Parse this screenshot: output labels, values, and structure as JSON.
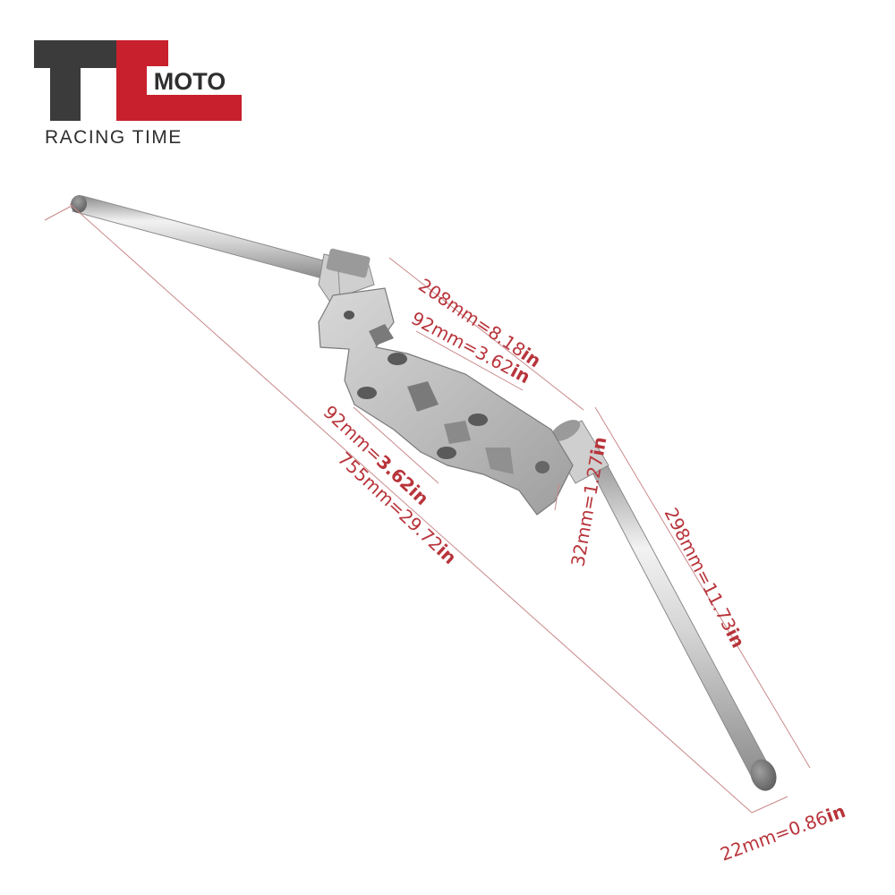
{
  "logo": {
    "letters": "TC",
    "brand": "MOTO",
    "tagline": "RACING TIME"
  },
  "dimensions": {
    "clamp_span": {
      "value": "208mm=8.18",
      "unit": "in"
    },
    "hole_upper": {
      "value": "92mm=3.62",
      "unit": "in"
    },
    "hole_lower": {
      "value": "92mm=",
      "bold": "3.62",
      "unit": "in"
    },
    "overall_width": {
      "value": "755mm=29.72",
      "unit": "in"
    },
    "clamp_diameter": {
      "value": "32mm=1.27",
      "unit": "in"
    },
    "bar_length": {
      "value": "298mm=11.73",
      "unit": "in"
    },
    "bar_diameter": {
      "value": "22mm=0.86",
      "unit": "in"
    }
  },
  "colors": {
    "brand_red": "#c8202d",
    "logo_dark": "#3b3b3b",
    "dimension_red": "#b8343b",
    "metal": "#b9b9b9"
  }
}
